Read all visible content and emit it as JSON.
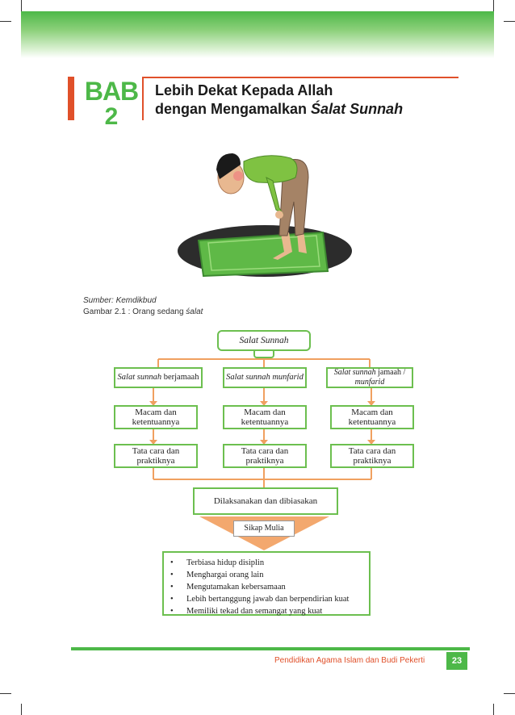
{
  "chapter": {
    "label": "BAB",
    "number": "2"
  },
  "title": {
    "line1": "Lebih Dekat Kepada Allah",
    "line2_prefix": "dengan Mengamalkan ",
    "line2_italic": "Śalat Sunnah"
  },
  "figure": {
    "source": "Sumber: Kemdikbud",
    "caption_prefix": "Gambar 2.1 : Orang sedang ",
    "caption_italic": "śalat"
  },
  "diagram": {
    "root": "Salat Sunnah",
    "groups": [
      {
        "head_italic": "Salat sunnah",
        "head_rest": " berjamaah",
        "item1": "Macam dan ketentuannya",
        "item2": "Tata cara dan praktiknya"
      },
      {
        "head_italic": "Salat sunnah munfarid",
        "head_rest": "",
        "item1": "Macam dan ketentuannya",
        "item2": "Tata cara dan praktiknya"
      },
      {
        "head_italic": "Salat sunnah",
        "head_rest": " jamaah / ",
        "head_italic2": "munfarid",
        "item1": "Macam dan ketentuannya",
        "item2": "Tata cara dan praktiknya"
      }
    ],
    "bottom": "Dilaksanakan dan dibiasakan",
    "arrow_label": "Sikap Mulia",
    "attitudes": [
      "Terbiasa hidup disiplin",
      "Menghargai orang lain",
      "Mengutamakan kebersamaan",
      "Lebih bertanggung jawab dan berpendirian kuat",
      "Memiliki tekad dan semangat yang kuat"
    ]
  },
  "footer": {
    "book_title": "Pendidikan Agama Islam dan Budi Pekerti",
    "page": "23"
  },
  "colors": {
    "green": "#4db848",
    "box_border": "#6cbf4f",
    "orange": "#e0502a",
    "connector": "#f0a060"
  }
}
